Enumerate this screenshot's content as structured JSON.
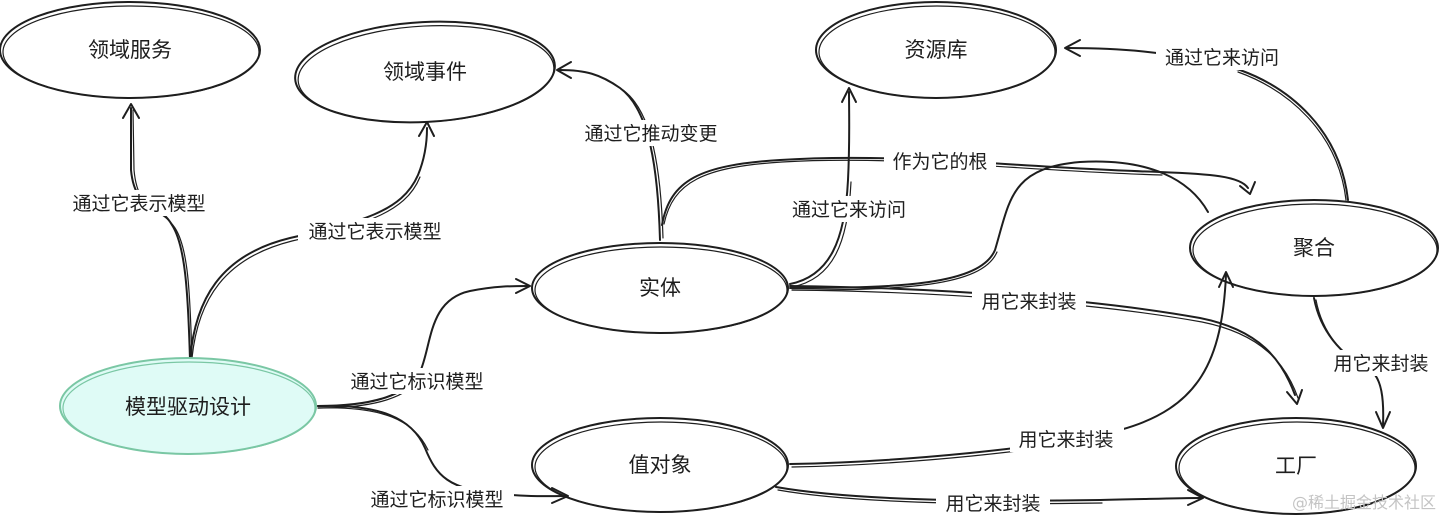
{
  "nodes": {
    "domain_service": "领域服务",
    "domain_event": "领域事件",
    "repository": "资源库",
    "entity": "实体",
    "aggregate": "聚合",
    "model_driven_design": "模型驱动设计",
    "value_object": "值对象",
    "factory": "工厂"
  },
  "edges": {
    "represent_model_left": "通过它表示模型",
    "represent_model_right": "通过它表示模型",
    "drive_change": "通过它推动变更",
    "access_repo_entity": "通过它来访问",
    "access_repo_aggregate": "通过它来访问",
    "as_root": "作为它的根",
    "identify_entity": "通过它标识模型",
    "identify_value": "通过它标识模型",
    "encapsulate_entity": "用它来封装",
    "encapsulate_value_agg": "用它来封装",
    "encapsulate_value_factory": "用它来封装",
    "encapsulate_agg_factory": "用它来封装"
  },
  "colors": {
    "highlight_fill": "#dffbf6",
    "highlight_stroke": "#7ac7a4",
    "stroke": "#1e1e1e"
  },
  "watermark": "@稀土掘金技术社区"
}
